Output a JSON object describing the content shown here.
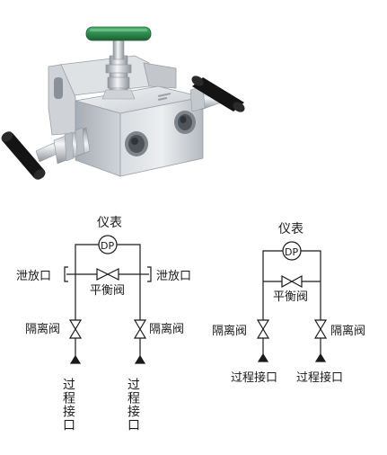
{
  "colors": {
    "steel_light": "#e4e6e9",
    "steel_mid": "#c4c8cd",
    "steel_dark": "#8e949b",
    "handle_black": "#141414",
    "handle_green": "#2e8b4e",
    "line": "#1a1a1a"
  },
  "product_photo": {
    "description_icon": "three-valve-manifold-icon"
  },
  "left_diagram": {
    "instrument_label": "仪表",
    "instrument_symbol": "DP",
    "vent_left_label": "泄放口",
    "vent_right_label": "泄放口",
    "balance_valve_label": "平衡阀",
    "isolation_left_label": "隔离阀",
    "isolation_right_label": "隔离阀",
    "process_left_label": "过程接口",
    "process_right_label": "过程接口"
  },
  "right_diagram": {
    "instrument_label": "仪表",
    "instrument_symbol": "DP",
    "balance_valve_label": "平衡阀",
    "isolation_left_label": "隔离阀",
    "isolation_right_label": "隔离阀",
    "process_left_label": "过程接口",
    "process_right_label": "过程接口"
  }
}
